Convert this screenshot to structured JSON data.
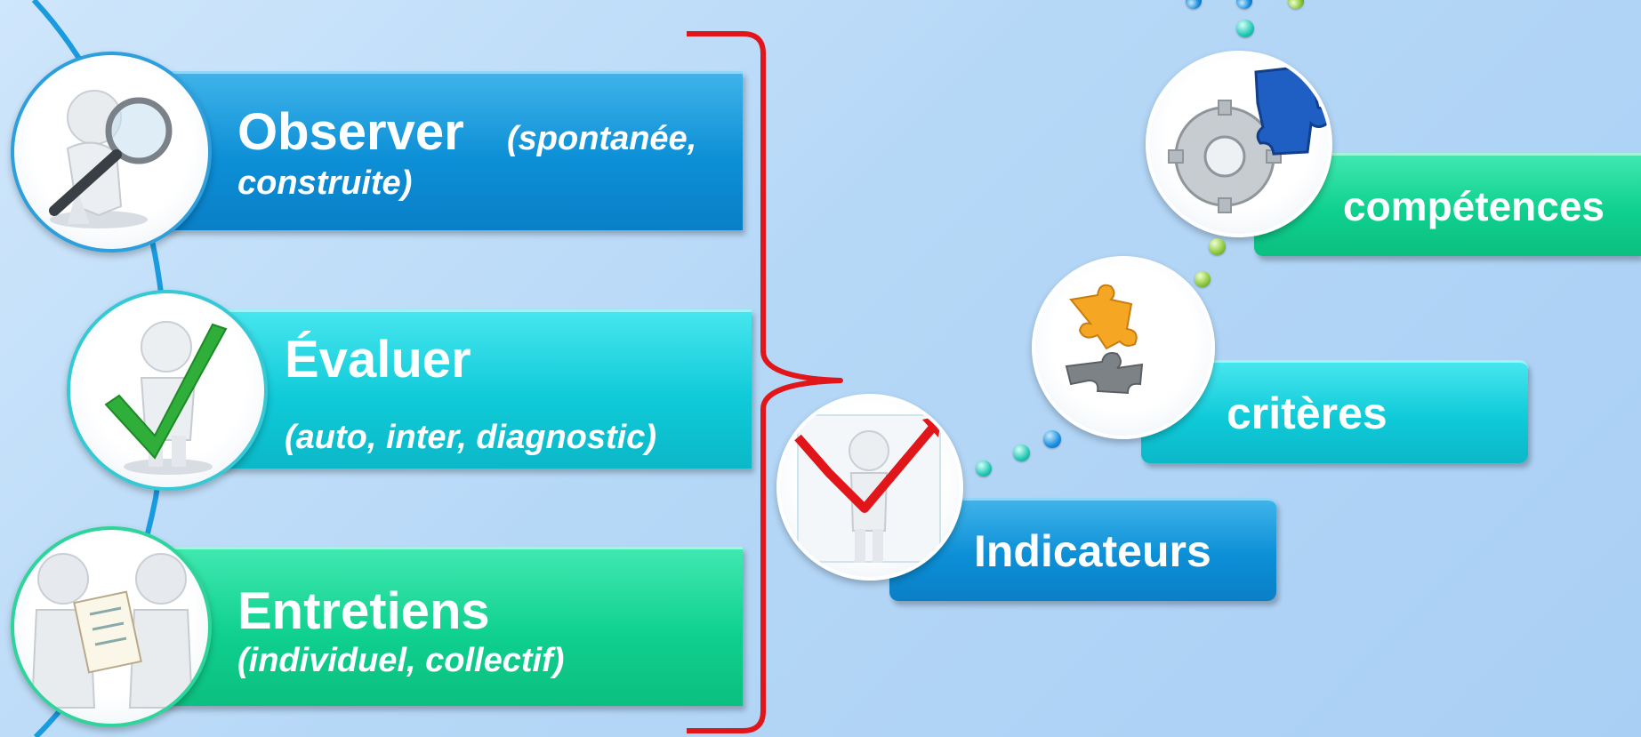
{
  "left_items": [
    {
      "title": "Observer",
      "subtitle_inline": "(spontanée,",
      "subtitle_line2": "construite)",
      "icon": "magnifier-figure-icon"
    },
    {
      "title": "Évaluer",
      "subtitle": "(auto, inter, diagnostic)",
      "icon": "checkmark-figure-icon"
    },
    {
      "title": "Entretiens",
      "subtitle": "(individuel, collectif)",
      "icon": "interview-figures-icon"
    }
  ],
  "right_steps": [
    {
      "label": "Indicateurs",
      "icon": "growth-chart-figure-icon"
    },
    {
      "label": "critères",
      "icon": "puzzle-pieces-icon"
    },
    {
      "label": "compétences",
      "icon": "gears-puzzle-icon"
    }
  ],
  "colors": {
    "blue": "#0c8fd6",
    "cyan": "#0fcad8",
    "green": "#0fd08f",
    "brace": "#e0161b",
    "arc": "#1a9be0"
  }
}
